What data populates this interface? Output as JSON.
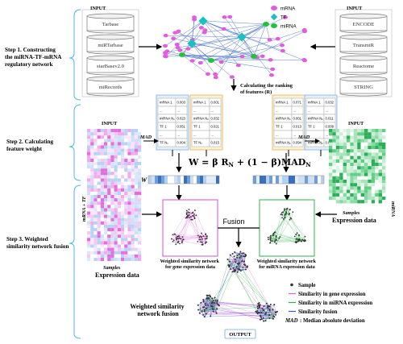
{
  "steps": [
    "Step 1. Constructing the miRNA-TF-mRNA regulatory network",
    "Step 2. Calculating feature weight",
    "Step 3. Weighted similarity network fusion"
  ],
  "input_label": "INPUT",
  "output_label": "OUTPUT",
  "left_databases": [
    "Tarbase",
    "miRTarbase",
    "starBasev2.0",
    "miRecords"
  ],
  "right_databases": [
    "ENCODE",
    "TransmiR",
    "Reactome",
    "STRING"
  ],
  "network_legend": [
    {
      "label": "mRNA",
      "color": "#e25be0"
    },
    {
      "label": "TF",
      "color": "#19c2c2"
    },
    {
      "label": "miRNA",
      "color": "#22c33b"
    }
  ],
  "ranking_label": "Calculating the ranking of features (R)",
  "rank_tables": [
    {
      "rows": [
        [
          "mRNA 1",
          "0.003"
        ],
        [
          "...",
          "..."
        ],
        [
          "miRNA N₁",
          "0.023"
        ],
        [
          "TF 1",
          "0.051"
        ],
        [
          "...",
          "..."
        ],
        [
          "TF N₁",
          "0.004"
        ]
      ],
      "color": "#7fb2e5",
      "fill": "#e3eef9"
    },
    {
      "rows": [
        [
          "mRNA 1",
          "0.001"
        ],
        [
          "...",
          "..."
        ],
        [
          "miRNA N₂",
          "0.032"
        ],
        [
          "TF 1",
          "0.021"
        ],
        [
          "...",
          "..."
        ],
        [
          "TF N₂",
          "0.015"
        ]
      ],
      "color": "#e8b14a",
      "fill": "#fbf0d8"
    },
    {
      "rows": [
        [
          "mRNA 1",
          "0.071"
        ],
        [
          "...",
          "..."
        ],
        [
          "miRNA N₁",
          "0.001"
        ],
        [
          "TF 1",
          "0.013"
        ],
        [
          "...",
          "..."
        ],
        [
          "miRNA N₁",
          "0.094"
        ]
      ],
      "color": "#e8b14a",
      "fill": "#fbf0d8"
    },
    {
      "rows": [
        [
          "mRNA 1",
          "0.032"
        ],
        [
          "...",
          "..."
        ],
        [
          "miRNA N₂",
          "0.011"
        ],
        [
          "TF 1",
          "0.009"
        ],
        [
          "...",
          "..."
        ],
        [
          "miRNA N₂",
          "0.071"
        ]
      ],
      "color": "#7fb2e5",
      "fill": "#e3eef9"
    }
  ],
  "mad_label": "MAD",
  "w_label": "W",
  "formula": "W = β R",
  "formula_sub": "N",
  "formula_mid": " + (1 − β)MAD",
  "formula_sub2": "N",
  "left_row_label": "mRNA + TF",
  "right_row_label": "miRNA",
  "samples_label": "Samples",
  "left_expr_label": "Expression data",
  "right_expr_label": "Expression data",
  "fusion_label": "Fusion",
  "gene_network_caption": [
    "Weighted similarity network",
    "for gene expression data"
  ],
  "mirna_network_caption": [
    "Weighted similarity network",
    "for miRNA expression data"
  ],
  "fusion_caption": [
    "Weighted similarity",
    "network fusion"
  ],
  "legend": [
    {
      "label": "Sample",
      "color": "#333333",
      "kind": "dot"
    },
    {
      "label": "Similarity in gene expression",
      "color": "#e25be0",
      "kind": "line"
    },
    {
      "label": "Similarity in miRNA expression",
      "color": "#2fb24a",
      "kind": "line"
    },
    {
      "label": "Similarity fusion",
      "color": "#3a56d8",
      "kind": "line"
    },
    {
      "label": ": Median absolute deviation",
      "key": "MAD",
      "color": "#000000",
      "kind": "text"
    }
  ]
}
